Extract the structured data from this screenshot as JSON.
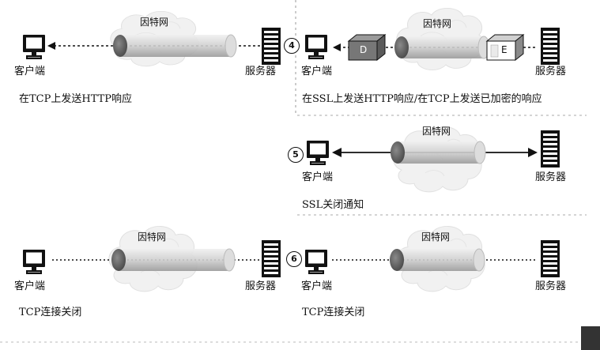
{
  "panels": {
    "p1": {
      "internet": "因特网",
      "client": "客户端",
      "server": "服务器",
      "caption": "在TCP上发送HTTP响应"
    },
    "p4": {
      "step": "4",
      "internet": "因特网",
      "client": "客户端",
      "server": "服务器",
      "box_d": "D",
      "box_e": "E",
      "caption": "在SSL上发送HTTP响应/在TCP上发送已加密的响应"
    },
    "p5": {
      "step": "5",
      "internet": "因特网",
      "client": "客户端",
      "server": "服务器",
      "caption": "SSL关闭通知"
    },
    "p6_left": {
      "internet": "因特网",
      "client": "客户端",
      "server": "服务器",
      "caption": "TCP连接关闭"
    },
    "p6": {
      "step": "6",
      "internet": "因特网",
      "client": "客户端",
      "server": "服务器",
      "caption": "TCP连接关闭"
    }
  },
  "icons": [
    "client-computer-icon",
    "server-tower-icon",
    "internet-cloud-icon",
    "pipe-icon",
    "encrypted-box-icon"
  ]
}
